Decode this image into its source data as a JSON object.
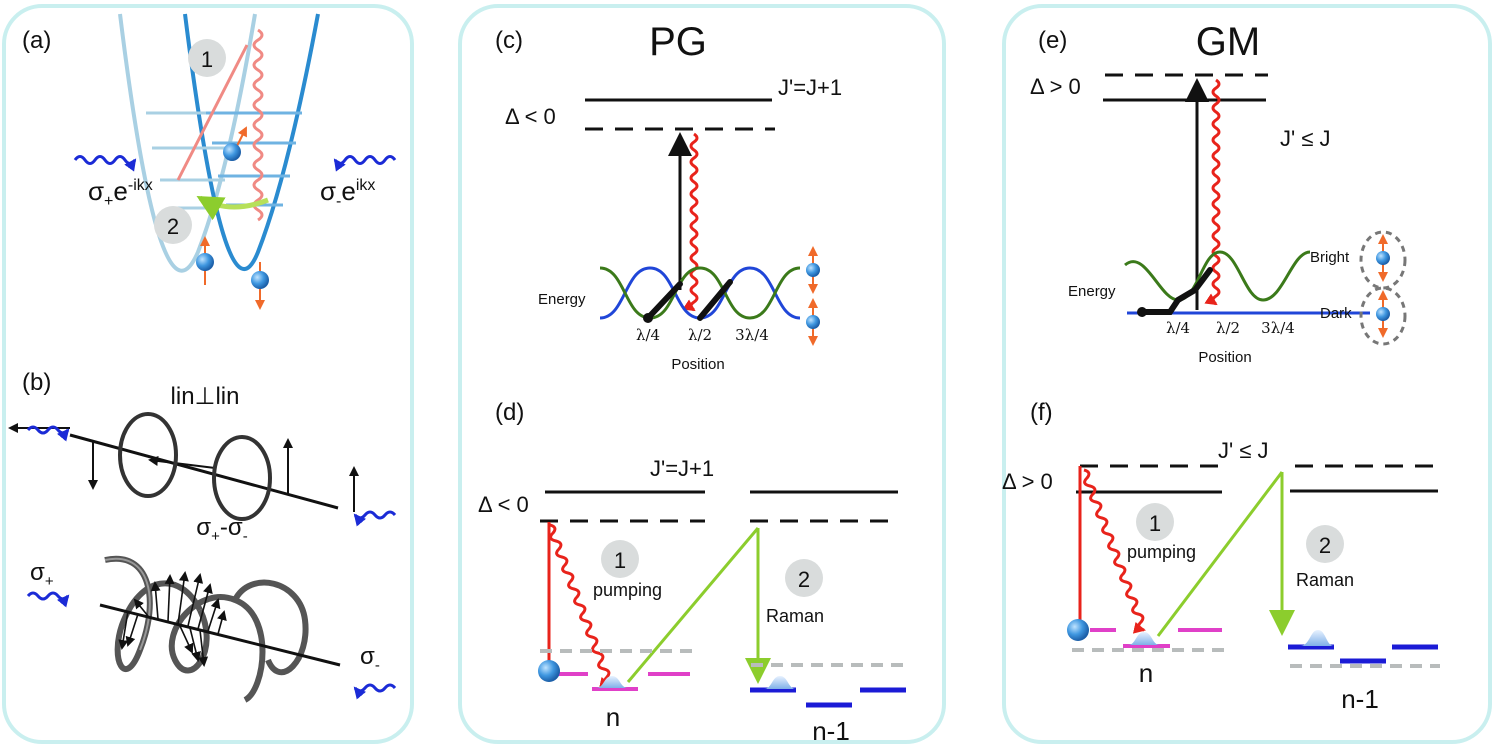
{
  "panel_a": {
    "label": "(a)",
    "circle1": "1",
    "circle2": "2",
    "left_beam": {
      "sigma": "σ",
      "sub": "+",
      "e": "e",
      "sup": "-ikx"
    },
    "right_beam": {
      "sigma": "σ",
      "sub": "-",
      "e": "e",
      "sup": "ikx"
    }
  },
  "panel_b": {
    "label": "(b)",
    "title_top": "lin⊥lin",
    "title_bottom": {
      "s1": "σ",
      "sub1": "+",
      "dash": "-σ",
      "sub2": "-"
    },
    "left_sigma": {
      "s": "σ",
      "sub": "+"
    },
    "right_sigma": {
      "s": "σ",
      "sub": "-"
    }
  },
  "panel_c": {
    "label": "(c)",
    "title": "PG",
    "level": "J'=J+1",
    "detuning": "Δ < 0",
    "energy": "Energy",
    "position": "Position",
    "ticks": [
      "λ/4",
      "λ/2",
      "3λ/4"
    ]
  },
  "panel_d": {
    "label": "(d)",
    "level": "J'=J+1",
    "detuning": "Δ < 0",
    "circle1": "1",
    "circle2": "2",
    "pumping": "pumping",
    "raman": "Raman",
    "n": "n",
    "n_minus_1": "n-1"
  },
  "panel_e": {
    "label": "(e)",
    "title": "GM",
    "detuning": "Δ > 0",
    "level": "J' ≤ J",
    "energy": "Energy",
    "position": "Position",
    "bright": "Bright",
    "dark": "Dark",
    "ticks": [
      "λ/4",
      "λ/2",
      "3λ/4"
    ]
  },
  "panel_f": {
    "label": "(f)",
    "level": "J' ≤ J",
    "detuning": "Δ > 0",
    "circle1": "1",
    "circle2": "2",
    "pumping": "pumping",
    "raman": "Raman",
    "n": "n",
    "n_minus_1": "n-1"
  },
  "colors": {
    "frame": "#c9efef",
    "red": "#e8231b",
    "green": "#8ccd2d",
    "magenta": "#e040c8",
    "blue_level": "#1b1bd6",
    "gray_dash": "#b8bcbc",
    "parabola_dark": "#2a8bd0",
    "parabola_light": "#a9d0e3",
    "wave_blue": "#2046d8",
    "wave_green": "#3b7a1a"
  }
}
